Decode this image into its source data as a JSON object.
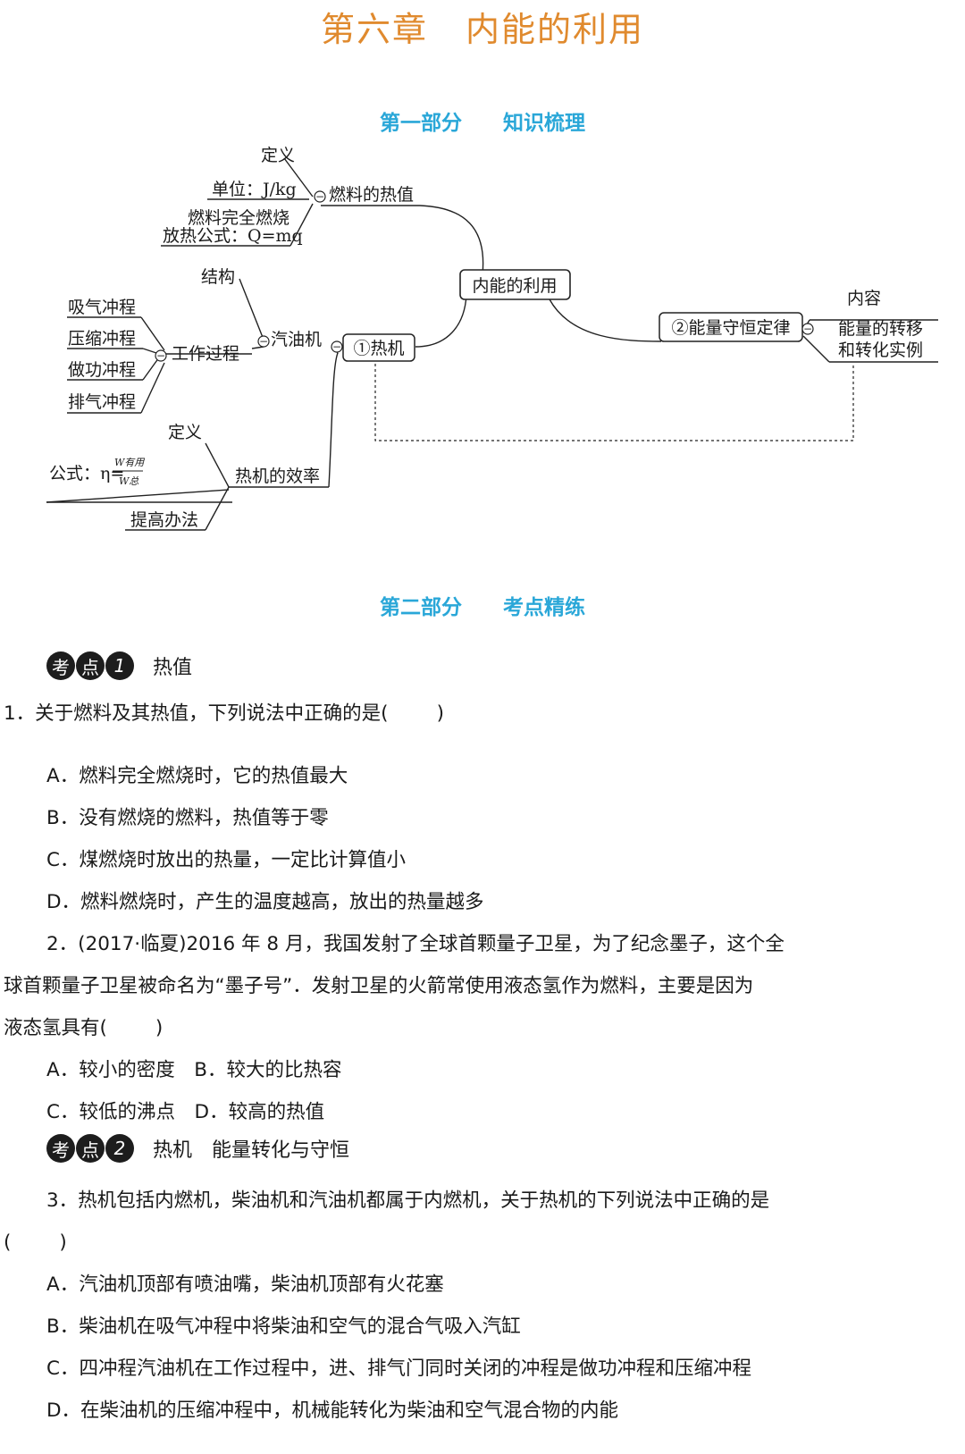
{
  "chapter_title": {
    "part1": "第六章",
    "part2": "内能的利用"
  },
  "part1_title": {
    "part": "第一部分",
    "name": "知识梳理"
  },
  "part2_title": {
    "part": "第二部分",
    "name": "考点精练"
  },
  "mindmap": {
    "center": "内能的利用",
    "fuel": {
      "label": "燃料的热值",
      "definition": "定义",
      "unit": "单位：J/kg",
      "formula_line1": "燃料完全燃烧",
      "formula_line2": "放热公式：Q=mq"
    },
    "heat_engine": {
      "label": "①热机",
      "gas_engine": "汽油机",
      "structure": "结构",
      "working_process": "工作过程",
      "strokes": [
        "吸气冲程",
        "压缩冲程",
        "做功冲程",
        "排气冲程"
      ],
      "efficiency": "热机的效率",
      "eff_definition": "定义",
      "eff_formula_prefix": "公式：η=",
      "eff_numerator": "W有用",
      "eff_denominator": "W总",
      "improve": "提高办法"
    },
    "conservation": {
      "label": "②能量守恒定律",
      "content": "内容",
      "examples_line1": "能量的转移",
      "examples_line2": "和转化实例"
    }
  },
  "topic1": {
    "badge1": "考",
    "badge2": "点",
    "badge_num": "1",
    "title": "热值"
  },
  "topic2": {
    "badge1": "考",
    "badge2": "点",
    "badge_num": "2",
    "title": "热机　能量转化与守恒"
  },
  "q1": {
    "stem": "1．关于燃料及其热值，下列说法中正确的是(",
    "close": ")",
    "options": [
      "A．燃料完全燃烧时，它的热值最大",
      "B．没有燃烧的燃料，热值等于零",
      "C．煤燃烧时放出的热量，一定比计算值小",
      "D．燃料燃烧时，产生的温度越高，放出的热量越多"
    ]
  },
  "q2": {
    "line1": "2．(2017·临夏)2016 年 8 月，我国发射了全球首颗量子卫星，为了纪念墨子，这个全",
    "line2": "球首颗量子卫星被命名为“墨子号”．发射卫星的火箭常使用液态氢作为燃料，主要是因为",
    "line3": "液态氢具有(",
    "close": ")",
    "options_row1": "A．较小的密度　B．较大的比热容",
    "options_row2": "C．较低的沸点　D．较高的热值"
  },
  "q3": {
    "line1": "3．热机包括内燃机，柴油机和汽油机都属于内燃机，关于热机的下列说法中正确的是",
    "line2": "(",
    "close": ")",
    "options": [
      "A．汽油机顶部有喷油嘴，柴油机顶部有火花塞",
      "B．柴油机在吸气冲程中将柴油和空气的混合气吸入汽缸",
      "C．四冲程汽油机在工作过程中，进、排气门同时关闭的冲程是做功冲程和压缩冲程",
      "D．在柴油机的压缩冲程中，机械能转化为柴油和空气混合物的内能"
    ]
  }
}
